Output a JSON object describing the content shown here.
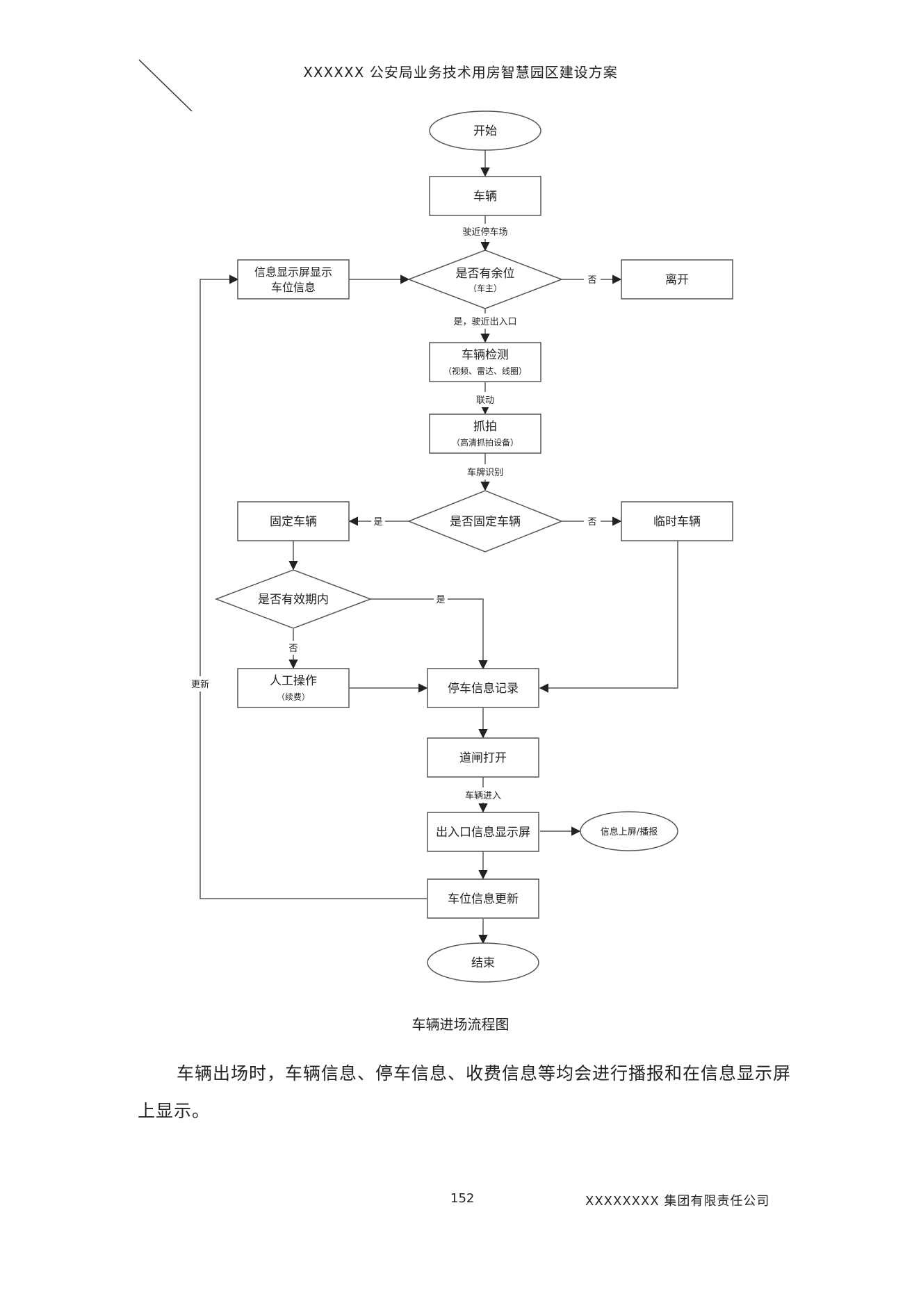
{
  "header": {
    "title": "XXXXXX 公安局业务技术用房智慧园区建设方案"
  },
  "flowchart": {
    "nodes": {
      "start": "开始",
      "vehicle": "车辆",
      "has_space": "是否有余位",
      "has_space_sub": "（车主）",
      "leave": "离开",
      "display_info_line1": "信息显示屏显示",
      "display_info_line2": "车位信息",
      "detect": "车辆检测",
      "detect_sub": "（视频、雷达、线圈）",
      "capture": "抓拍",
      "capture_sub": "（高清抓拍设备）",
      "is_fixed": "是否固定车辆",
      "fixed": "固定车辆",
      "temp": "临时车辆",
      "in_validity": "是否有效期内",
      "manual": "人工操作",
      "manual_sub": "（续费）",
      "record": "停车信息记录",
      "gate": "道闸打开",
      "io_display": "出入口信息显示屏",
      "broadcast": "信息上屏/播报",
      "space_update": "车位信息更新",
      "end": "结束"
    },
    "edges": {
      "approach_lot": "驶近停车场",
      "no_1": "否",
      "yes_approach_entry": "是，驶近出入口",
      "linkage": "联动",
      "plate_recognition": "车牌识别",
      "yes_1": "是",
      "no_2": "否",
      "yes_2": "是",
      "no_3": "否",
      "vehicle_enter": "车辆进入",
      "update": "更新"
    }
  },
  "caption": "车辆进场流程图",
  "paragraph": "车辆出场时，车辆信息、停车信息、收费信息等均会进行播报和在信息显示屏上显示。",
  "footer": {
    "page_number": "152",
    "company": "XXXXXXXX 集团有限责任公司"
  }
}
